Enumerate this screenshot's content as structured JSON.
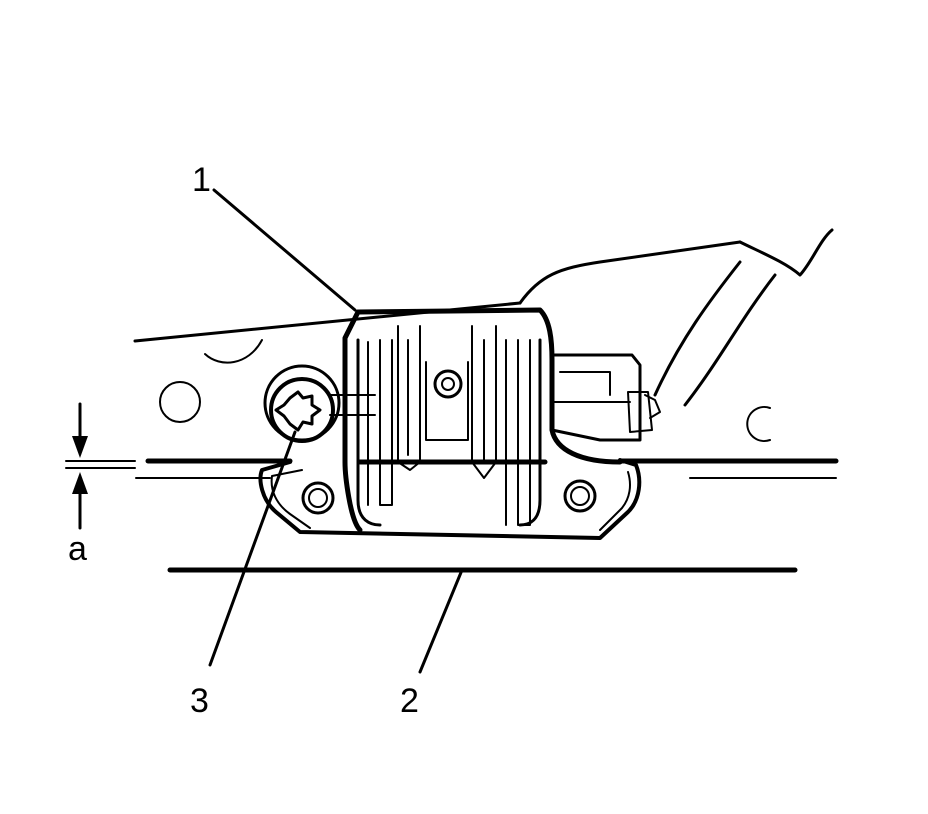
{
  "diagram": {
    "callouts": {
      "item1": "1",
      "item2": "2",
      "item3": "3",
      "dimension": "a"
    }
  }
}
